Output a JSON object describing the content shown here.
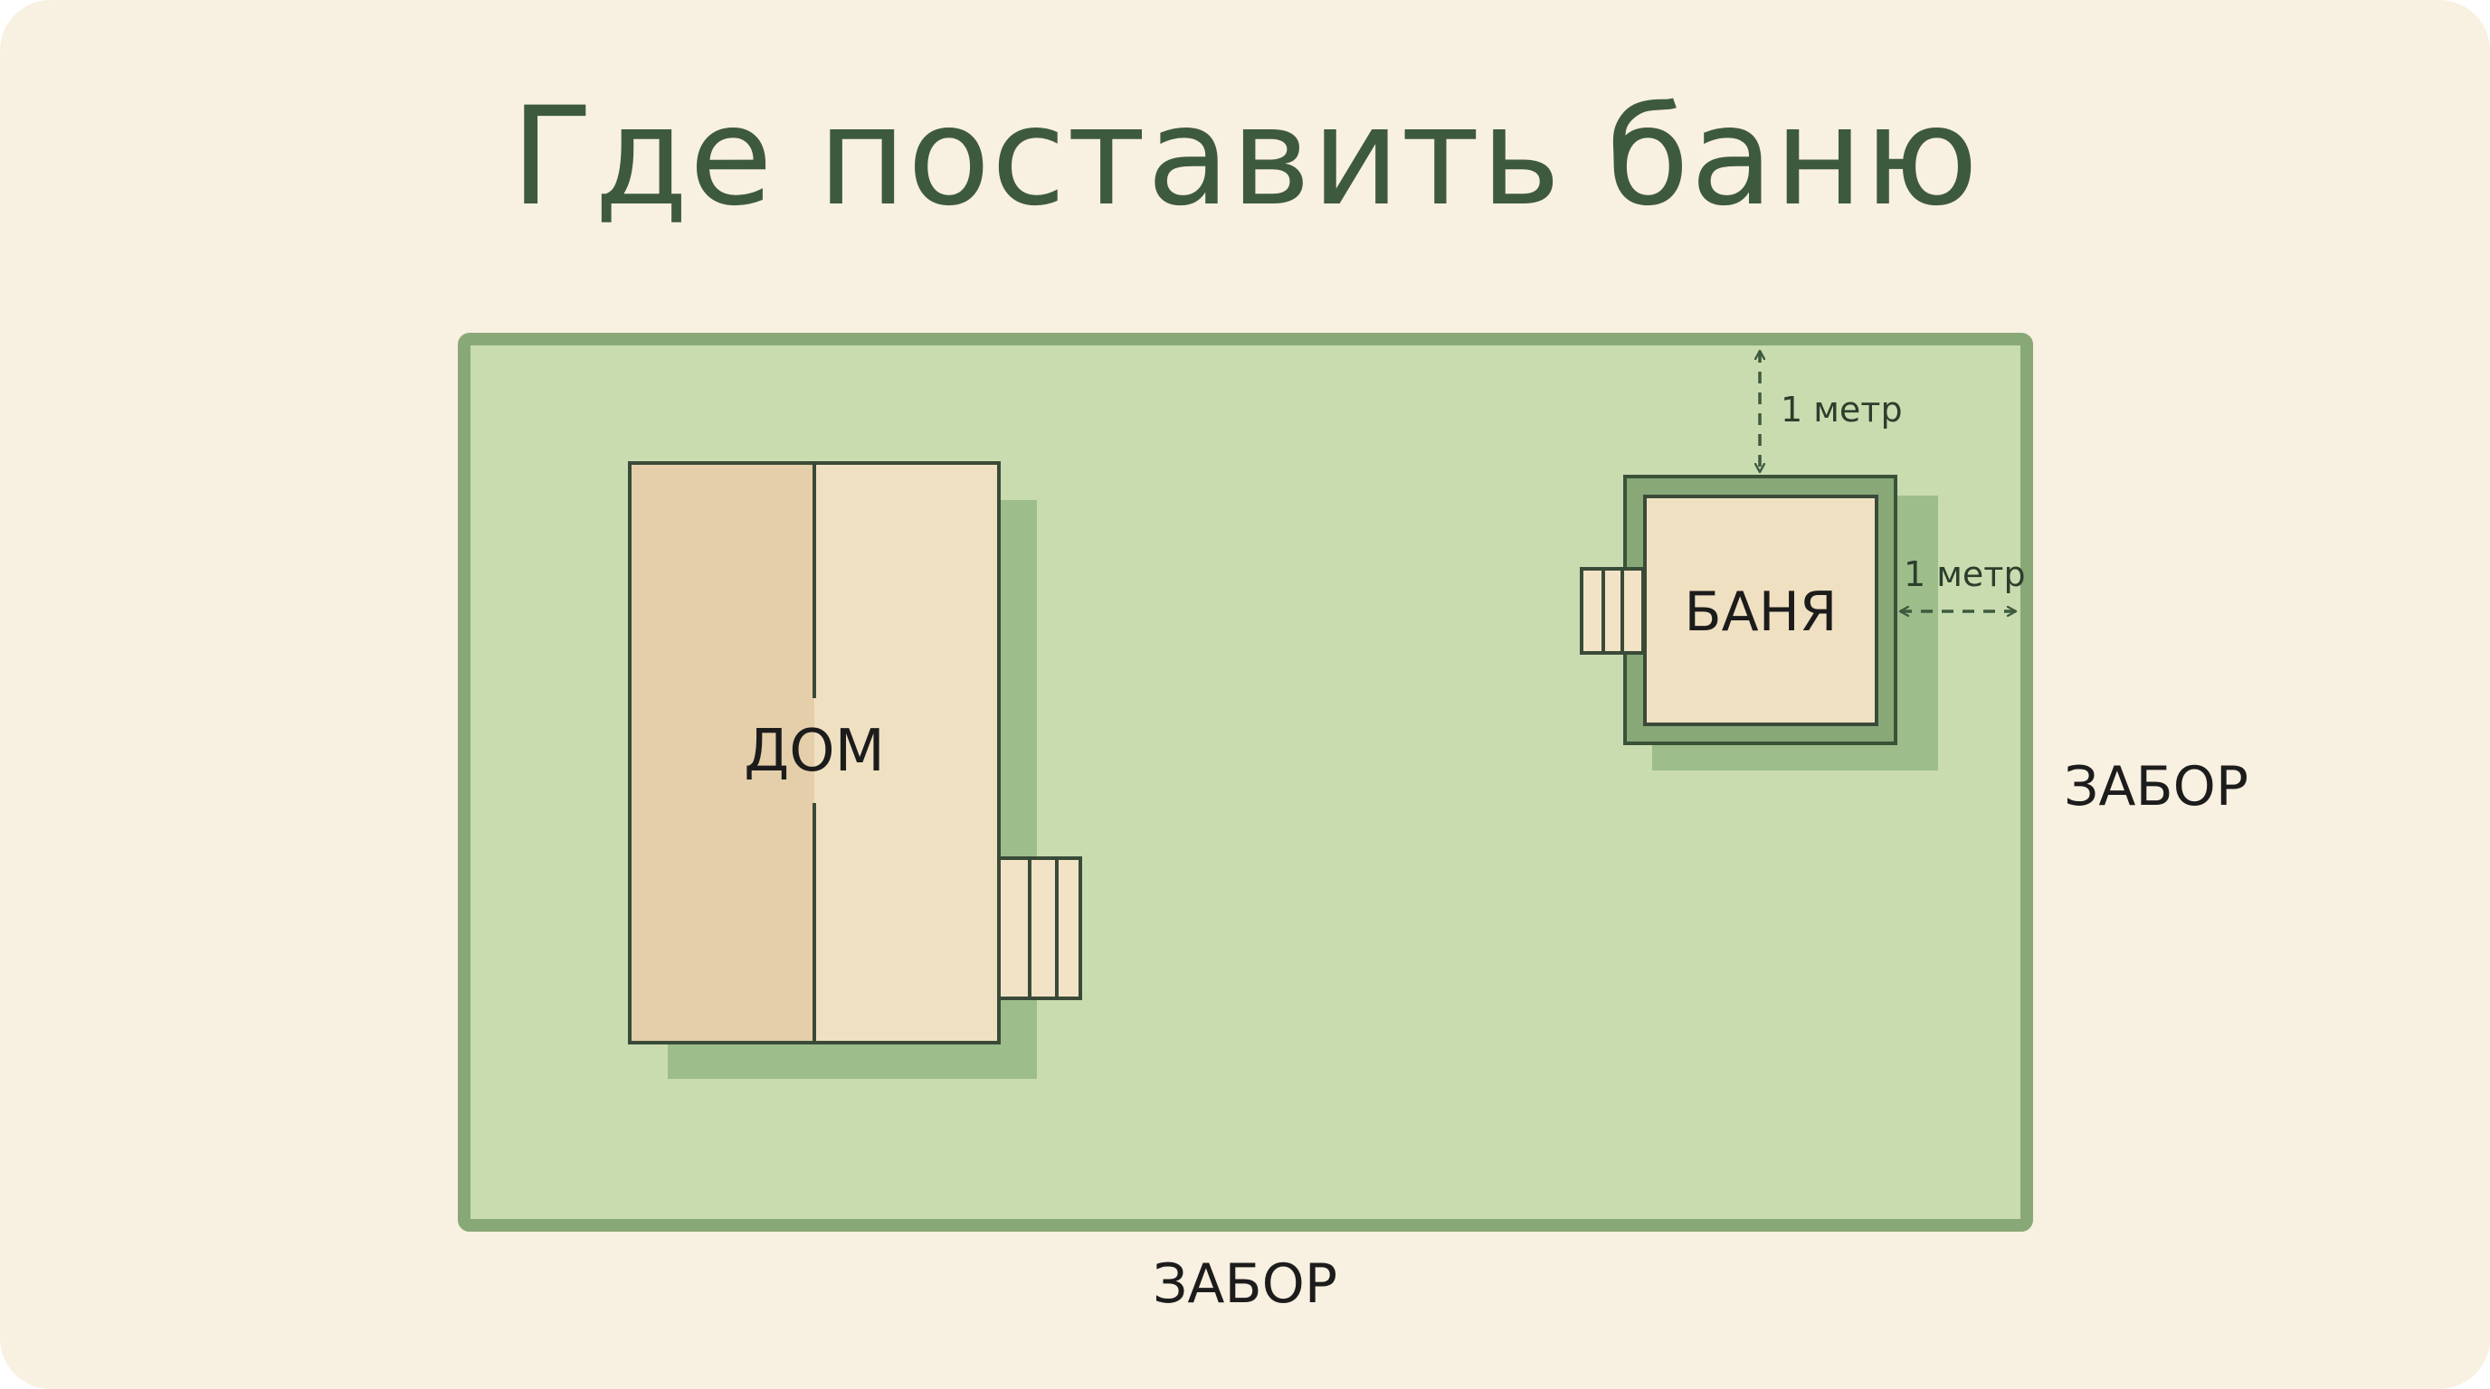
{
  "title": "Где поставить баню",
  "labels": {
    "house": "ДОМ",
    "banya": "БАНЯ",
    "fence_bottom": "ЗАБОР",
    "fence_right": "ЗАБОР",
    "distance_top": "1 метр",
    "distance_right": "1 метр"
  },
  "colors": {
    "background": "#f8f0e0",
    "plot_fill": "#c8dcb0",
    "fence_stroke": "#88a878",
    "building_shadow": "#9dbd8a",
    "house_dark": "#e4cfaa",
    "house_light": "#f0e0c2",
    "title": "#3e5a3e",
    "dimension_line": "#3e5a3e"
  }
}
